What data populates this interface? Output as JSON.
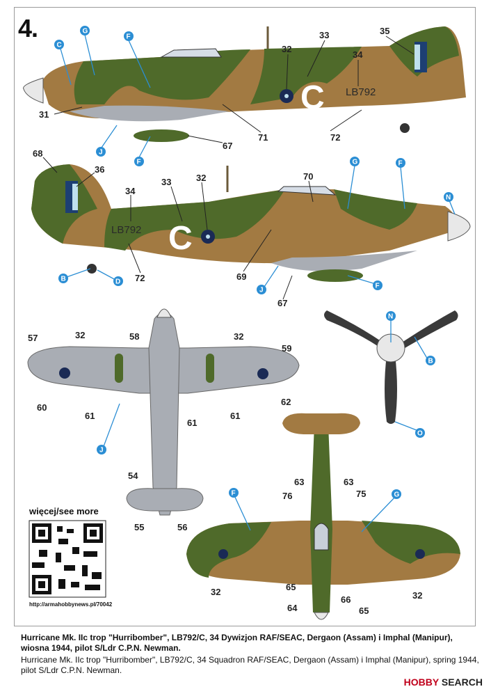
{
  "plate_number": "4.",
  "caption_pl": "Hurricane Mk. IIc trop \"Hurribomber\", LB792/C, 34 Dywizjon RAF/SEAC, Dergaon (Assam) i Imphal (Manipur), wiosna 1944, pilot S/Ldr C.P.N. Newman.",
  "caption_en": "Hurricane Mk. IIc trop \"Hurribomber\", LB792/C, 34 Squadron RAF/SEAC, Dergaon (Assam) i Imphal (Manipur), spring 1944, pilot S/Ldr C.P.N. Newman.",
  "see_more": "więcej/see more",
  "url": "http://armahobbynews.pl/70042",
  "watermark_brand": "HOBBY",
  "watermark_rest": "SEARCH",
  "serial": "LB792",
  "code_letter": "C",
  "colors": {
    "green": "#4f6a2a",
    "earth": "#a27a42",
    "underside": "#a9adb4",
    "blue": "#1d3f73",
    "callout": "#2b8ed4",
    "prop": "#3a3a3a",
    "roundel": "#1a2a55"
  },
  "callouts": {
    "top_right_view": [
      "33",
      "35",
      "32",
      "34",
      "31",
      "71",
      "67",
      "72"
    ],
    "top_left_view": [
      "68",
      "36",
      "34",
      "33",
      "32",
      "70",
      "72",
      "69",
      "67"
    ],
    "lower_view": [
      "57",
      "32",
      "58",
      "32",
      "59",
      "60",
      "61",
      "61",
      "61",
      "62",
      "54",
      "55",
      "56"
    ],
    "upper_view": [
      "63",
      "63",
      "76",
      "75",
      "32",
      "65",
      "64",
      "66",
      "65",
      "32"
    ],
    "letters": [
      "G",
      "F",
      "C",
      "J",
      "F",
      "G",
      "F",
      "N",
      "B",
      "D",
      "J",
      "F",
      "N",
      "B",
      "O",
      "J",
      "F",
      "G"
    ]
  }
}
